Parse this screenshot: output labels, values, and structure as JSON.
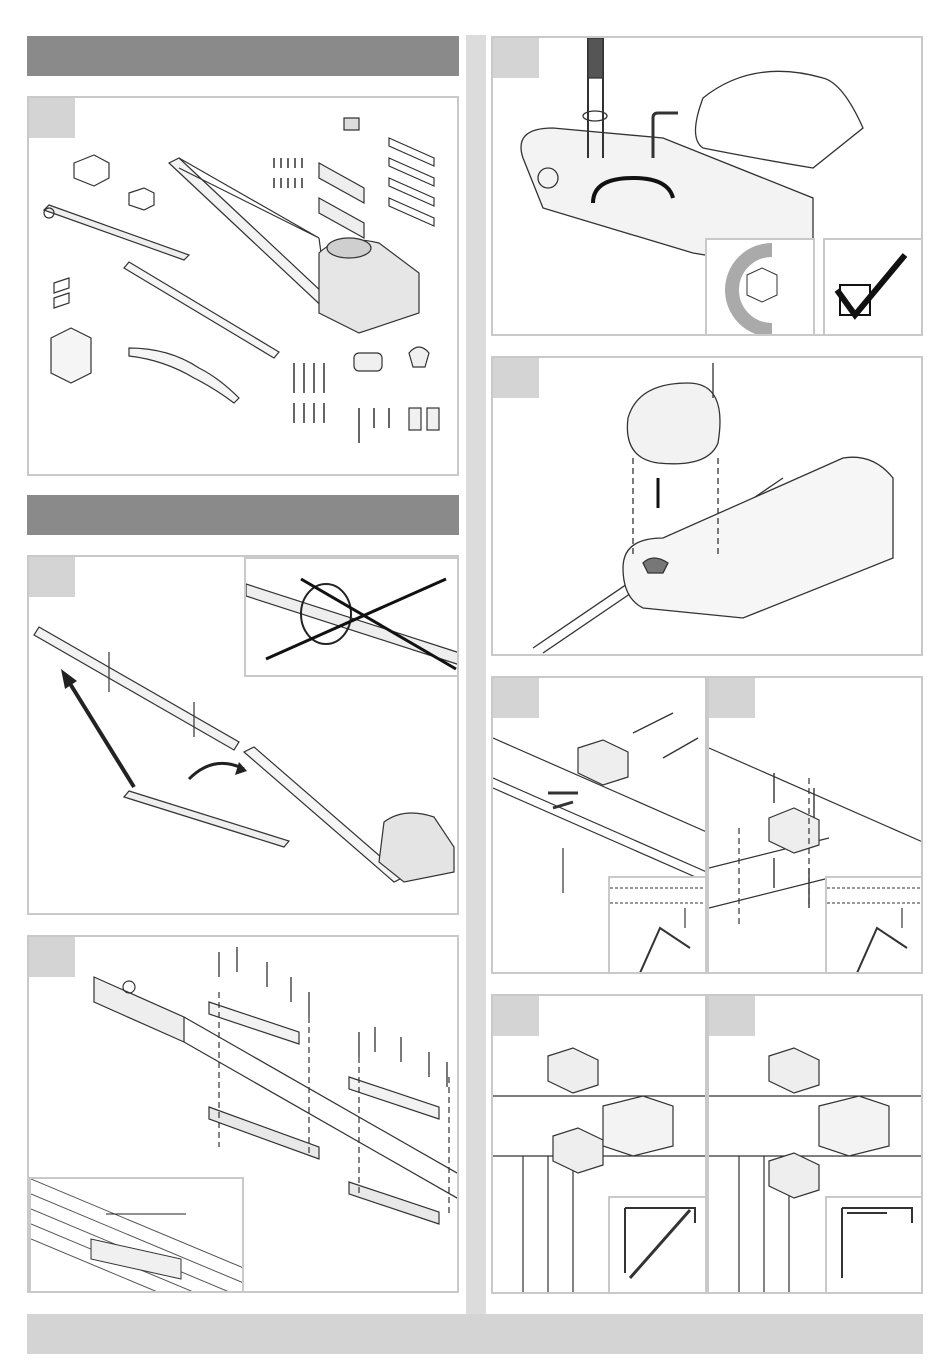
{
  "page": {
    "sections": [
      {
        "id": "parts-overview"
      },
      {
        "id": "assembly"
      }
    ],
    "footer_bar": {
      "id": "footer"
    }
  },
  "illustrations": [
    {
      "id": "parts",
      "icons": [
        "bracket-icon",
        "arm-icon",
        "motor-icon",
        "screw-set-icon",
        "remote-icon",
        "bulb-icon"
      ]
    },
    {
      "id": "rail-assembly",
      "icons": [
        "rail-icon",
        "rotate-arrow-icon",
        "prohibited-icon"
      ]
    },
    {
      "id": "rail-fixing",
      "icons": [
        "screw-icon",
        "slider-icon"
      ]
    },
    {
      "id": "screwdriver",
      "icons": [
        "hand-icon",
        "screwdriver-icon",
        "hex-key-icon",
        "checkmark-icon"
      ]
    },
    {
      "id": "cover",
      "icons": [
        "motor-cover-icon",
        "bulb-icon"
      ]
    },
    {
      "id": "bracket-a",
      "icons": [
        "bracket-icon",
        "screw-icon"
      ]
    },
    {
      "id": "bracket-b",
      "icons": [
        "bracket-icon",
        "screw-icon"
      ]
    },
    {
      "id": "door-bracket-a",
      "icons": [
        "bracket-icon",
        "door-arm-icon"
      ]
    },
    {
      "id": "door-bracket-b",
      "icons": [
        "bracket-icon",
        "door-arm-icon"
      ]
    }
  ],
  "colors": {
    "header_bar": "#8a8a8a",
    "step_box": "#d4d4d4",
    "divider": "#dcdcdc",
    "border": "#c9c9c9"
  }
}
